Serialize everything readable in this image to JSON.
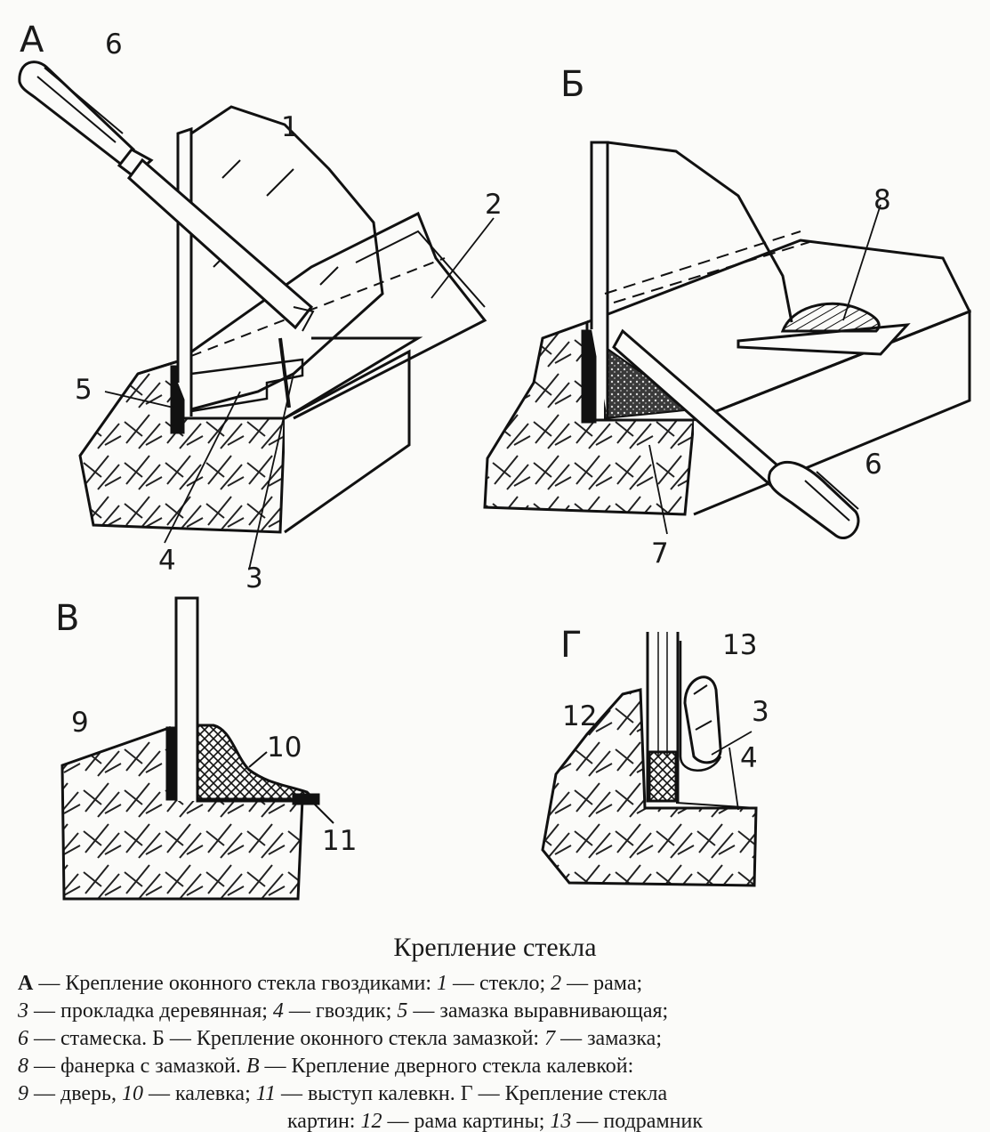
{
  "panels": {
    "a": "А",
    "b": "Б",
    "v": "В",
    "g": "Г"
  },
  "numbers": {
    "a": [
      "6",
      "1",
      "2",
      "5",
      "4",
      "3"
    ],
    "b": [
      "8",
      "6",
      "7"
    ],
    "v": [
      "9",
      "10",
      "11"
    ],
    "g": [
      "13",
      "12",
      "3",
      "4"
    ]
  },
  "caption": {
    "title": "Крепление стекла",
    "lines": [
      [
        "А",
        " — Крепление оконного стекла гвоздиками: ",
        "1",
        " — стекло; ",
        "2",
        " — рама;"
      ],
      [
        "3",
        " — прокладка деревянная; ",
        "4",
        " — гвоздик; ",
        "5",
        " — замазка выравнивающая;"
      ],
      [
        "6",
        " — стамеска. Б — Крепление оконного стекла замазкой: ",
        "7",
        " — замазка;"
      ],
      [
        "8",
        " — фанерка с замазкой. ",
        "В",
        " — Крепление дверного стекла калевкой:"
      ],
      [
        "9",
        " — дверь, ",
        "10",
        " — калевка; ",
        "11",
        " — выступ калевкн. Г — Крепление стекла"
      ],
      [
        "картин: ",
        "12",
        " — рама картины; ",
        "13",
        " — подрамник"
      ]
    ]
  }
}
